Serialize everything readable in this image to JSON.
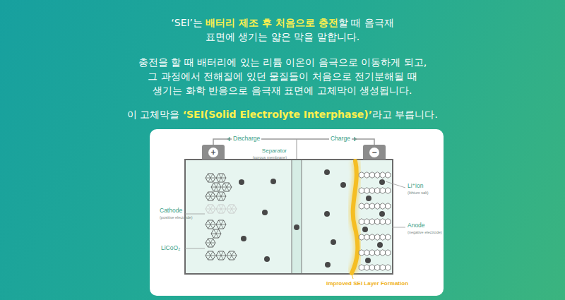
{
  "diagram": {
    "nodes": [
      {
        "text": [
          "+"
        ]
      },
      {
        "text": [
          "−"
        ]
      }
    ],
    "edges": [
      {
        "from": 0,
        "to": 1,
        "arrow": "none"
      }
    ],
    "labels": [
      "‘SEI’는",
      "배터리 제조 후 처음으로 충전",
      "할 때 음극재 표면에 생기는 얇은 막을 말합니다.",
      "충전을 할 때 배터리에 있는 리튬 이온이 음극으로 이동하게 되고, 그 과정에서 전해질에 있던 물질들이 처음으로 전기분해될 때 생기는 화학 반응으로 음극재 표면에 고체막이 생성됩니다.",
      "이 고체막을",
      "‘SEI(Solid Electrolyte Interphase)’",
      "라고 부릅니다.",
      "Discharge",
      "Charge",
      "Separator",
      "(porous membrane)",
      "Cathode",
      "(positive electrode)",
      "LiCoO₂",
      "Li⁺ion",
      "(lithium salt)",
      "Anode",
      "(negative electrode)",
      "Improved SEI Layer Formation"
    ]
  }
}
